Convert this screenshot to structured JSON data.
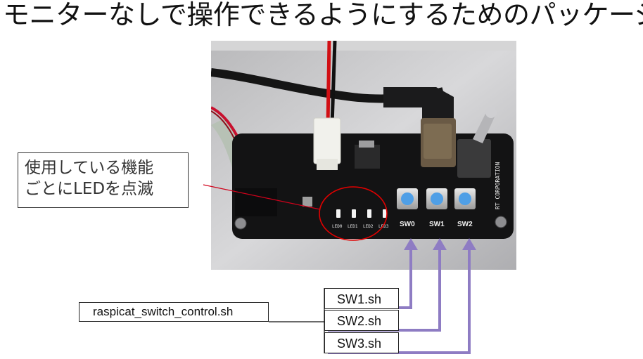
{
  "slide": {
    "title": "モニターなしで操作できるようにするためのパッケージ",
    "callout": {
      "line1": "使用している機能",
      "line2": "ごとにLEDを点滅"
    },
    "main_script": "raspicat_switch_control.sh",
    "switch_scripts": [
      "SW1.sh",
      "SW2.sh",
      "SW3.sh"
    ]
  },
  "board": {
    "button_labels": [
      "SW0",
      "SW1",
      "SW2"
    ],
    "led_labels": [
      "LED0",
      "LED1",
      "LED2",
      "LED3"
    ],
    "maker": "RT CORPORATION"
  },
  "colors": {
    "arrow": "#8e7cc3",
    "ellipse": "#e00000",
    "pointer": "#d0021b",
    "button_cap": "#4f9fe6"
  },
  "icons": {
    "photo": "robot-switch-board-photo"
  }
}
